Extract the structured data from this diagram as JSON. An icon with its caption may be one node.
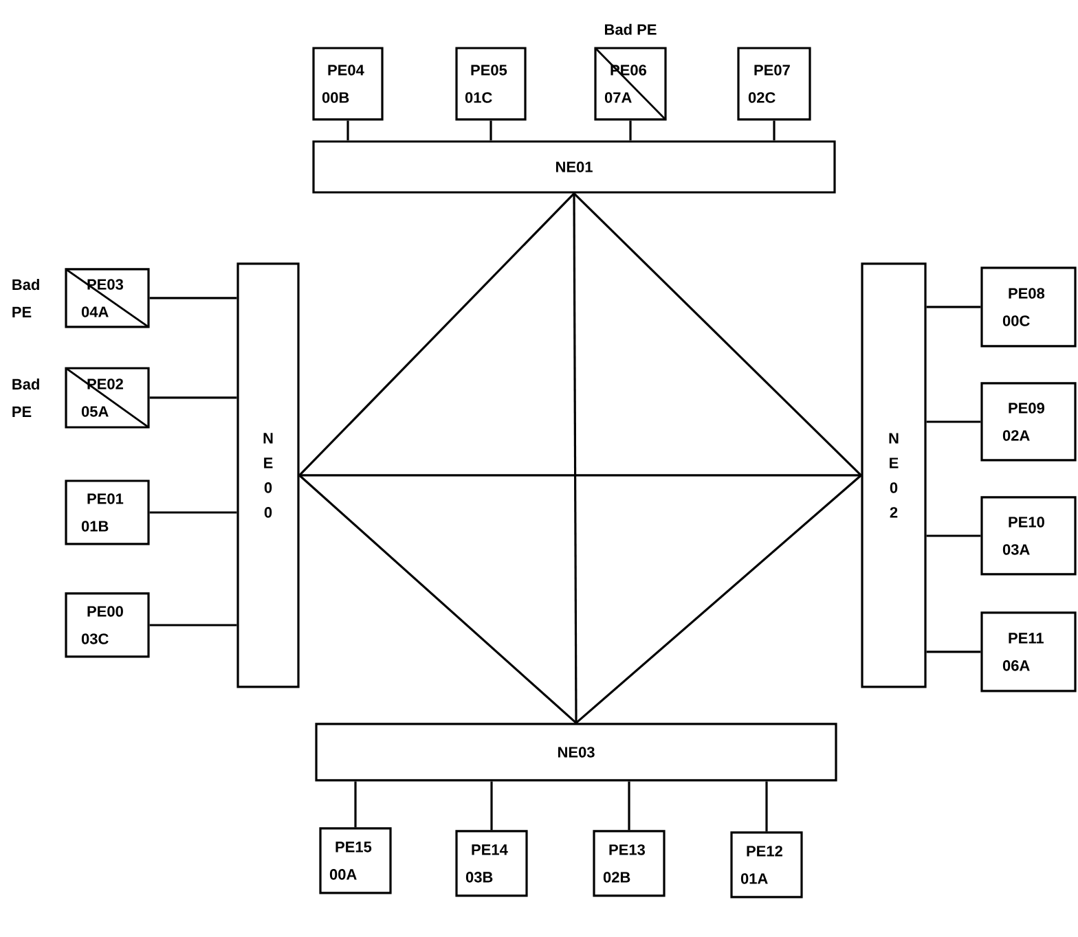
{
  "diagram": {
    "nodes": [
      {
        "text": [
          "PE04 00B"
        ]
      },
      {
        "text": [
          "PE05 01C"
        ]
      },
      {
        "text": [
          "PE06 07A"
        ],
        "beside": [
          "Bad PE"
        ]
      },
      {
        "text": [
          "PE07 02C"
        ]
      },
      {
        "text": [
          "NE01"
        ]
      },
      {
        "text": [
          "PE03 04A"
        ],
        "beside": [
          "Bad PE"
        ]
      },
      {
        "text": [
          "PE02 05A"
        ],
        "beside": [
          "Bad PE"
        ]
      },
      {
        "text": [
          "PE01 01B"
        ]
      },
      {
        "text": [
          "PE00 03C"
        ]
      },
      {
        "text": [
          "N E 0 0"
        ]
      },
      {
        "text": [
          "N E 0 2"
        ]
      },
      {
        "text": [
          "PE08 00C"
        ]
      },
      {
        "text": [
          "PE09 02A"
        ]
      },
      {
        "text": [
          "PE10 03A"
        ]
      },
      {
        "text": [
          "PE11 06A"
        ]
      },
      {
        "text": [
          "NE03"
        ]
      },
      {
        "text": [
          "PE15 00A"
        ]
      },
      {
        "text": [
          "PE14 03B"
        ]
      },
      {
        "text": [
          "PE13 02B"
        ]
      },
      {
        "text": [
          "PE12 01A"
        ]
      }
    ],
    "edges": [
      {
        "from": 0,
        "to": 4,
        "arrow": "none"
      },
      {
        "from": 1,
        "to": 4,
        "arrow": "none"
      },
      {
        "from": 2,
        "to": 4,
        "arrow": "none"
      },
      {
        "from": 3,
        "to": 4,
        "arrow": "none"
      },
      {
        "from": 5,
        "to": 9,
        "arrow": "none"
      },
      {
        "from": 6,
        "to": 9,
        "arrow": "none"
      },
      {
        "from": 7,
        "to": 9,
        "arrow": "none"
      },
      {
        "from": 8,
        "to": 9,
        "arrow": "none"
      },
      {
        "from": 11,
        "to": 10,
        "arrow": "none"
      },
      {
        "from": 12,
        "to": 10,
        "arrow": "none"
      },
      {
        "from": 13,
        "to": 10,
        "arrow": "none"
      },
      {
        "from": 14,
        "to": 10,
        "arrow": "none"
      },
      {
        "from": 16,
        "to": 15,
        "arrow": "none"
      },
      {
        "from": 17,
        "to": 15,
        "arrow": "none"
      },
      {
        "from": 18,
        "to": 15,
        "arrow": "none"
      },
      {
        "from": 19,
        "to": 15,
        "arrow": "none"
      },
      {
        "from": 9,
        "to": 4,
        "arrow": "none"
      },
      {
        "from": 4,
        "to": 10,
        "arrow": "none"
      },
      {
        "from": 10,
        "to": 15,
        "arrow": "none"
      },
      {
        "from": 15,
        "to": 9,
        "arrow": "none"
      },
      {
        "from": 9,
        "to": 10,
        "arrow": "none"
      },
      {
        "from": 4,
        "to": 15,
        "arrow": "none"
      }
    ]
  }
}
